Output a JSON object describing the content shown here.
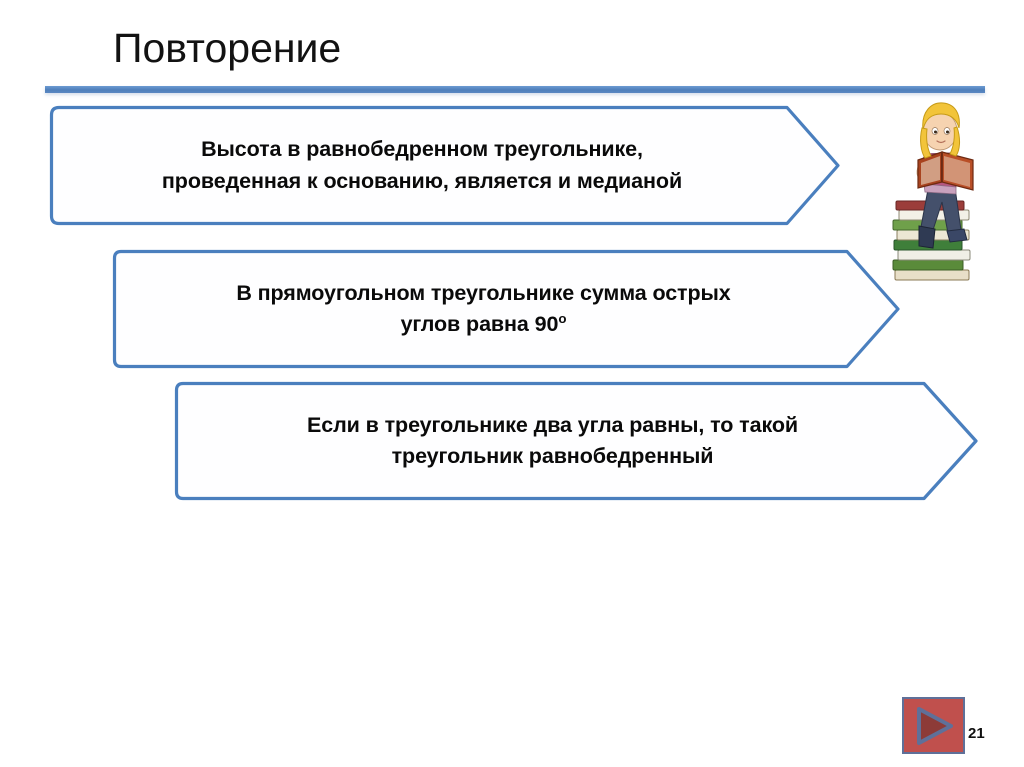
{
  "slide": {
    "title": "Повторение",
    "page_number": "21",
    "background_color": "#ffffff",
    "accent_color": "#4f7fbb",
    "banner_border_color": "#4a7fbe",
    "banner_fill_color": "#fefeff",
    "text_color": "#0a0a0a"
  },
  "banners": [
    {
      "id": "banner-1",
      "line1": "Высота в равнобедренном треугольнике,",
      "line2": "проведенная к основанию, является и медианой"
    },
    {
      "id": "banner-2",
      "line1": "В прямоугольном треугольнике сумма острых",
      "line2_prefix": "углов равна 90",
      "line2_superscript": "о"
    },
    {
      "id": "banner-3",
      "line1": "Если в треугольнике два угла равны, то такой",
      "line2": "треугольник равнобедренный"
    }
  ],
  "clipart": {
    "name": "girl-reading-on-books",
    "hair_color": "#f2c43a",
    "book_cover_color": "#a8431f",
    "jeans_color": "#44506b",
    "shirt_color": "#b5567f"
  },
  "nav_button": {
    "label": "next-slide",
    "background_color": "#c0504d",
    "border_color": "#5f7099",
    "triangle_fill": "#8d3b38",
    "triangle_stroke": "#5f7099"
  }
}
